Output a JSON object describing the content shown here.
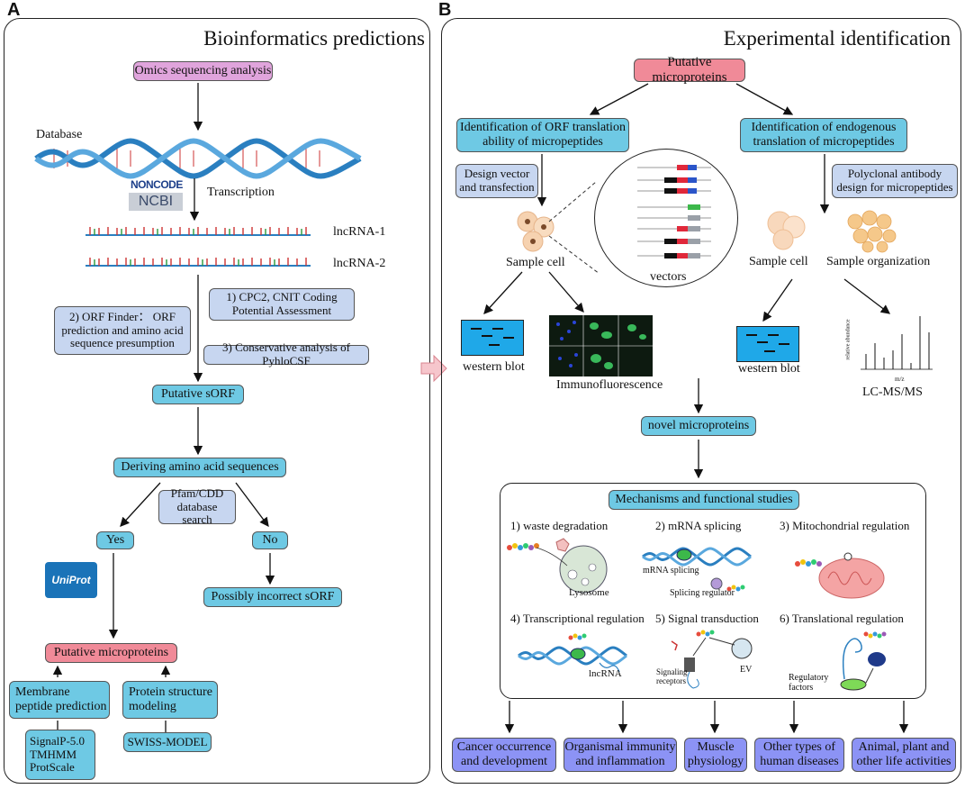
{
  "panel_a": {
    "letter": "A",
    "title": "Bioinformatics predictions",
    "omics": "Omics sequencing analysis",
    "database_label": "Database",
    "noncode_logo": "NONCODE",
    "ncbi_logo": "NCBI",
    "transcription": "Transcription",
    "lnc1": "lncRNA-1",
    "lnc2": "lncRNA-2",
    "cpc2": "1) CPC2, CNIT Coding Potential Assessment",
    "orf_finder": "2) ORF Finder： ORF prediction and amino acid sequence presumption",
    "conservative": "3) Conservative analysis of PyhloCSF",
    "putative_sorf": "Putative sORF",
    "deriving": "Deriving amino acid sequences",
    "pfam": "Pfam/CDD database search",
    "yes": "Yes",
    "no": "No",
    "uniprot_logo": "UniProt",
    "incorrect": "Possibly incorrect sORF",
    "putative_micro": "Putative microproteins",
    "membrane": "Membrane peptide prediction",
    "protein_struct": "Protein structure modeling",
    "tools": "SignalP-5.0 TMHMM ProtScale",
    "swiss": "SWISS-MODEL"
  },
  "panel_b": {
    "letter": "B",
    "title": "Experimental identification",
    "putative": "Putative microproteins",
    "orf_trans": "Identification of ORF translation ability of micropeptides",
    "endogenous": "Identification of endogenous translation of micropeptides",
    "design_vector": "Design vector and transfection",
    "polyclonal": "Polyclonal antibody design for micropeptides",
    "sample_cell_1": "Sample cell",
    "vectors": "vectors",
    "sample_cell_2": "Sample cell",
    "sample_org": "Sample organization",
    "western_1": "western blot",
    "immuno": "Immunofluorescence",
    "western_2": "western blot",
    "lcms": "LC-MS/MS",
    "ms_ylabel": "relative abundance",
    "ms_xlabel": "m/z",
    "novel": "novel microproteins",
    "mechanisms": "Mechanisms and functional studies",
    "mech_1": "1) waste degradation",
    "mech_2": "2) mRNA splicing",
    "mech_3": "3) Mitochondrial regulation",
    "mech_4": "4) Transcriptional regulation",
    "mech_5": "5) Signal transduction",
    "mech_6": "6) Translational regulation",
    "lysosome": "Lysosome",
    "mrna_splicing_lbl": "mRNA splicing",
    "splicing_reg": "Splicing regulator",
    "lncrna_lbl": "lncRNA",
    "signaling": "Signaling receptors",
    "ev": "EV",
    "regulatory": "Regulatory factors",
    "out_1": "Cancer occurrence and development",
    "out_2": "Organismal immunity and inflammation",
    "out_3": "Muscle physiology",
    "out_4": "Other types of human diseases",
    "out_5": "Animal, plant and other life activities"
  },
  "colors": {
    "cyan": "#6ec9e4",
    "pink": "#f08a98",
    "violet": "#e0a4dc",
    "lavender": "#c7d6f0",
    "blue": "#8c93f5",
    "dna_blue": "#2a7fc0"
  }
}
